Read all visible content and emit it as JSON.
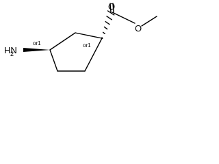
{
  "molecule": {
    "atoms": {
      "carbonyl_oxygen": "O",
      "ester_oxygen": "O",
      "amine_n": "N",
      "amine_h": "H",
      "amine_h_count": "2"
    },
    "stereo_labels": {
      "c1": "or1",
      "c3": "or1"
    },
    "colors": {
      "bonds": "#000000",
      "labels": "#000000",
      "background": "#ffffff"
    }
  }
}
